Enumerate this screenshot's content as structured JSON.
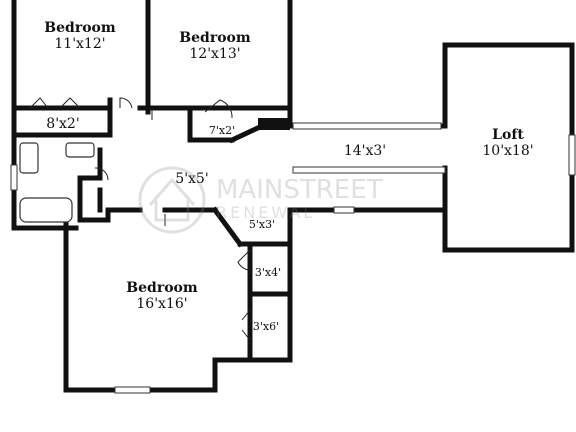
{
  "rooms": {
    "bedroom_nw": {
      "name": "Bedroom",
      "size": "11'x12'"
    },
    "bedroom_n": {
      "name": "Bedroom",
      "size": "12'x13'"
    },
    "loft": {
      "name": "Loft",
      "size": "10'x18'"
    },
    "bedroom_s": {
      "name": "Bedroom",
      "size": "16'x16'"
    },
    "hall": {
      "size": "14'x3'"
    },
    "hall2": {
      "size": "5'x5'"
    },
    "closet_nw": {
      "size": "8'x2'"
    },
    "closet_n": {
      "size": "7'x2'"
    },
    "closet_mid": {
      "size": "5'x3'"
    },
    "closet_s1": {
      "size": "3'x4'"
    },
    "closet_s2": {
      "size": "3'x6'"
    }
  },
  "watermark": {
    "brand": "MAINSTREET",
    "sub": "RENEWAL",
    "icon": "house-logo-icon"
  }
}
